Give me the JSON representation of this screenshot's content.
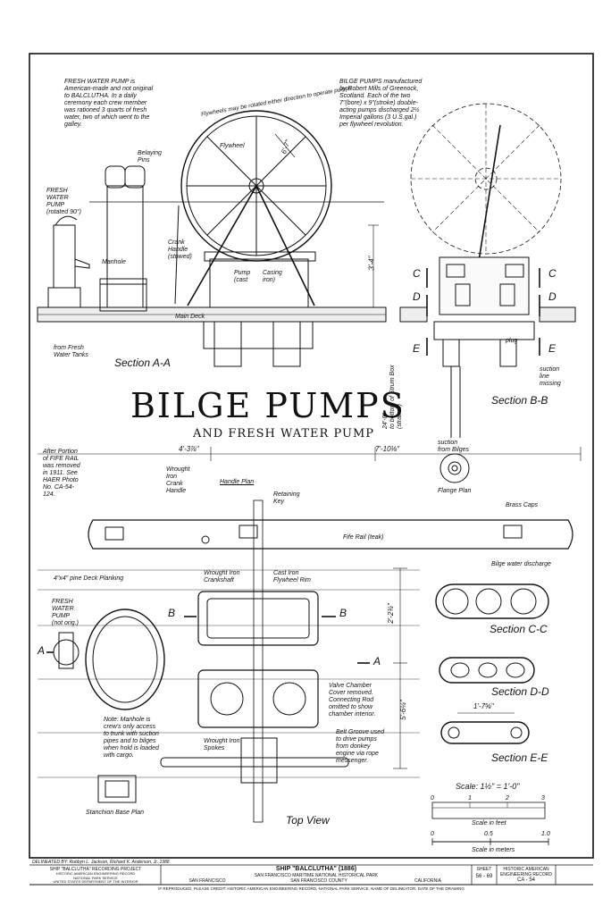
{
  "title": {
    "main": "BILGE PUMPS",
    "sub": "AND FRESH WATER PUMP"
  },
  "notes": {
    "fresh_water_pump": "FRESH WATER PUMP is\nAmerican-made and not original\nto BALCLUTHA. In a daily\nceremony each crew member\nwas rationed 3 quarts of fresh\nwater, two of which went to the\ngalley.",
    "bilge_pumps": "BILGE PUMPS manufactured\nby Robert Mills of Greenock,\nScotland. Each of the two\n7\"(bore) x 9\"(stroke) double-\nacting pumps discharged 2½\nImperial gallons (3 U.S.gal.)\nper flywheel revolution.",
    "flywheel_arc": "Flywheels may be rotated either direction to operate pumps",
    "fife_rail_removed": "After Portion\nof FIFE RAIL\nwas removed\nin 1911. See\nHAER Photo\nNo. CA-54-\n124.",
    "manhole_note": "Note: Manhole is\ncrew's only access\nto trunk with suction\npipes and to bilges\nwhen hold is loaded\nwith cargo.",
    "valve_chamber": "Valve Chamber\nCover removed.\nConnecting Rod\nomitted to show\nchamber interior.",
    "belt_groove": "Belt Groove used\nto drive pumps\nfrom donkey\nengine via rope\nmessenger."
  },
  "labels": {
    "fresh_water_pump_rotated": "FRESH\nWATER\nPUMP\n(rotated 90°)",
    "belaying_pins": "Belaying\nPins",
    "flywheel": "Flywheel",
    "crank_handle": "Crank\nHandle\n(stowed)",
    "manhole": "Manhole",
    "pump_cast": "Pump\n(cast",
    "casing_iron": "Casing\niron)",
    "main_deck": "Main Deck",
    "from_fresh_water": "from Fresh\nWater Tanks",
    "plug": "plug",
    "suction_missing": "suction\nline\nmissing",
    "suction_bilges": "suction\nfrom Bilges",
    "strum_box": "24'-0\"\nto bottom of Strum Box\n(strainer)",
    "flange_plan": "Flange Plan",
    "wrought_crank": "Wrought\nIron\nCrank\nHandle",
    "handle_plan": "Handle Plan",
    "retaining_key": "Retaining\nKey",
    "brass_caps": "Brass Caps",
    "fife_rail": "Fife Rail (teak)",
    "deck_planking": "4\"x4\" pine Deck Planking",
    "fresh_water_pump_top": "FRESH\nWATER\nPUMP\n(not orig.)",
    "crankshaft": "Wrought Iron\nCrankshaft",
    "flywheel_rim": "Cast Iron\nFlywheel Rim",
    "bilge_discharge": "Bilge water discharge",
    "spokes": "Wrought Iron\nSpokes",
    "stanchion": "Stanchion Base Plan"
  },
  "dimensions": {
    "d1": "6'-7\"",
    "d2": "3'-4\"",
    "d3": "4'-3⅞\"",
    "d4": "7'-10⅛\"",
    "d5": "2'-2¾\"",
    "d6": "5'-6¼\"",
    "d7": "1'-7⅝\""
  },
  "sections": {
    "aa": "Section A-A",
    "bb": "Section B-B",
    "cc": "Section C-C",
    "dd": "Section D-D",
    "ee": "Section E-E",
    "top": "Top View",
    "mark_a": "A",
    "mark_b": "B",
    "mark_c": "C",
    "mark_d": "D",
    "mark_e": "E"
  },
  "scale": {
    "text": "Scale: 1½\" = 1'-0\"",
    "feet_label": "Scale in feet",
    "meters_label": "Scale in meters",
    "feet_ticks": [
      "0",
      "1",
      "2",
      "3"
    ],
    "meter_ticks": [
      "0",
      "0.5",
      "1.0"
    ]
  },
  "titleblock": {
    "delineated": "DELINEATED BY:  Robbyn L. Jackson,  Richard K. Anderson, Jr.  1988",
    "project": "SHIP \"BALCLUTHA\" RECORDING PROJECT",
    "dept": "HISTORIC AMERICAN ENGINEERING RECORD\nNATIONAL PARK SERVICE\nUNITED STATES DEPARTMENT OF THE INTERIOR",
    "ship": "SHIP \"BALCLUTHA\" (1886)",
    "park": "SAN FRANCISCO MARITIME NATIONAL HISTORICAL PARK",
    "city": "SAN FRANCISCO",
    "county": "SAN FRANCISCO COUNTY",
    "state": "CALIFORNIA",
    "sheet_label": "SHEET",
    "sheet": "56 - 69",
    "haer": "HISTORIC AMERICAN\nENGINEERING RECORD",
    "haer_no": "CA - 54",
    "credit": "IF REPRODUCED, PLEASE CREDIT: HISTORIC AMERICAN ENGINEERING RECORD, NATIONAL PARK SERVICE, NAME OF DELINEATOR, DATE OF THE DRAWING"
  }
}
